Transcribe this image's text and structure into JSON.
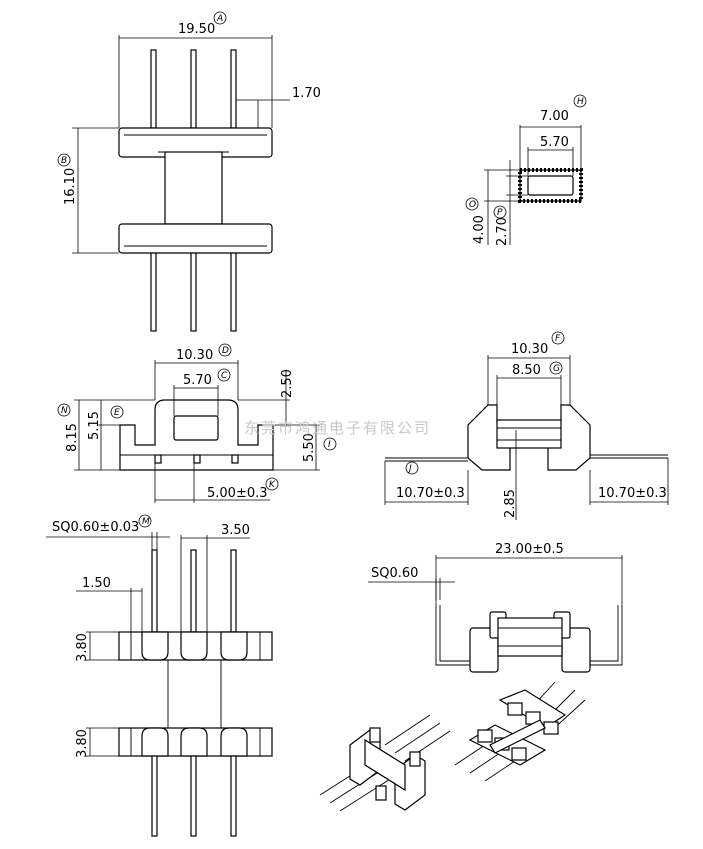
{
  "dimensions": {
    "top_width": "19.50",
    "pin_offset": "1.70",
    "height": "16.10",
    "tube_outer": "7.00",
    "tube_inner": "5.70",
    "tube_outer_h": "4.00",
    "tube_inner_h": "2.70",
    "side_width": "10.30",
    "side_window": "5.70",
    "side_top": "2.50",
    "side_total_h": "8.15",
    "side_mid_h": "5.15",
    "side_base_h": "5.50",
    "pin_pitch": "5.00±0.3",
    "front_width": "10.30",
    "front_inner": "8.50",
    "lead_left": "10.70±0.3",
    "lead_right": "10.70±0.3",
    "lead_height": "2.85",
    "pin_sq": "SQ0.60±0.03",
    "pin_spacing": "3.50",
    "slot_width": "1.50",
    "flange_h_top": "3.80",
    "flange_h_bottom": "3.80",
    "lead_sq": "SQ0.60",
    "total_length": "23.00±0.5"
  },
  "markers": {
    "A": "A",
    "B": "B",
    "C": "C",
    "D": "D",
    "E": "E",
    "F": "F",
    "G": "G",
    "H": "H",
    "I": "I",
    "J": "J",
    "K": "K",
    "M": "M",
    "N": "N",
    "O": "O",
    "P": "P"
  },
  "watermark": "东莞市鸿通电子有限公司"
}
